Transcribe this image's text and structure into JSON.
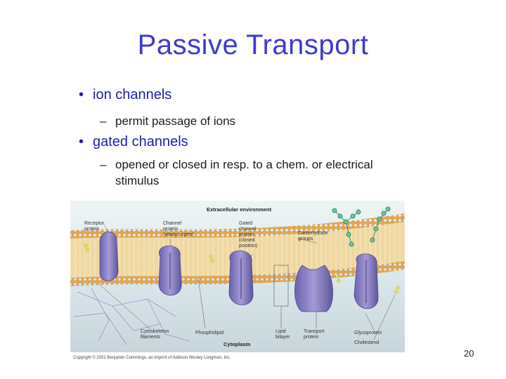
{
  "slide": {
    "title": "Passive Transport",
    "bullets": [
      {
        "text": "ion channels",
        "sub": [
          "permit passage of ions"
        ]
      },
      {
        "text": "gated channels",
        "sub": [
          "opened or closed in resp. to a chem. or electrical",
          "stimulus"
        ]
      }
    ],
    "number": "20"
  },
  "figure": {
    "labels": {
      "extracellular": "Extracellular environment",
      "receptor": [
        "Receptor",
        "protein"
      ],
      "channel": [
        "Channel",
        "protein",
        "(always open)"
      ],
      "gated": [
        "Gated",
        "channel",
        "protein",
        "(closed",
        "position)"
      ],
      "carbohydrate": [
        "Carbohydrate",
        "groups"
      ],
      "cytoskeleton": [
        "Cytoskeleton",
        "filaments"
      ],
      "phospholipid": "Phospholipid",
      "lipid_bilayer": [
        "Lipid",
        "bilayer"
      ],
      "transport": [
        "Transport",
        "protein"
      ],
      "glycoprotein": "Glycoprotein",
      "cholesterol": "Cholesterol",
      "cytoplasm": "Cytoplasm"
    },
    "copyright": "Copyright © 2001 Benjamin Cummings, an imprint of Addison Wesley Longman, Inc."
  }
}
